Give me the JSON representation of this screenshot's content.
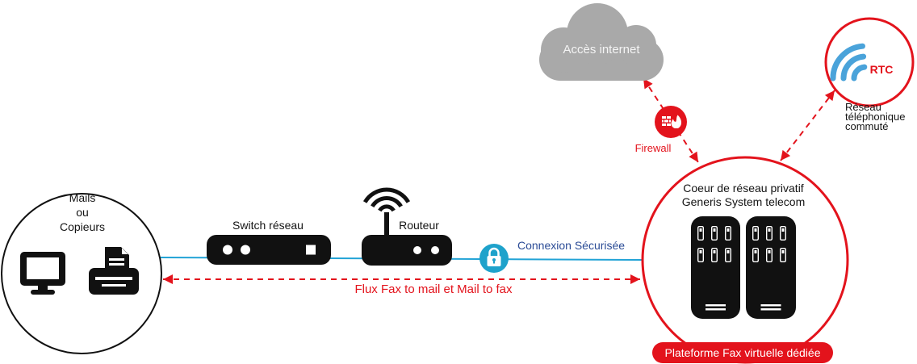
{
  "cloud": {
    "label": "Accès internet"
  },
  "firewall": {
    "label": "Firewall"
  },
  "rtc": {
    "badge": "RTC",
    "caption": [
      "Réseau",
      "téléphonique",
      "commuté"
    ]
  },
  "clients": {
    "lines": [
      "Mails",
      "ou",
      "Copieurs"
    ]
  },
  "switch": {
    "label": "Switch réseau"
  },
  "router": {
    "label": "Routeur"
  },
  "connection": {
    "label": "Connexion Sécurisée"
  },
  "flow": {
    "label": "Flux Fax to mail et Mail to fax"
  },
  "core": {
    "lines": [
      "Coeur de réseau privatif",
      "Generis System telecom"
    ]
  },
  "platform": {
    "label": "Plateforme Fax virtuelle dédiée"
  },
  "colors": {
    "accent_red": "#e3131c",
    "link_blue": "#22a3d6",
    "secure_text": "#2a4b96",
    "cloud_grey": "#a9a9a9",
    "signal_blue": "#4aa3da",
    "lock_blue": "#1ea2cb"
  },
  "icons": {
    "client_devices": [
      "monitor-icon",
      "fax-icon"
    ],
    "switch": "network-switch-icon",
    "router": "wifi-router-icon",
    "secure": "lock-icon",
    "firewall": "firewall-icon",
    "rtc": "signal-icon",
    "core": "server-rack-icon",
    "internet": "cloud-icon"
  }
}
